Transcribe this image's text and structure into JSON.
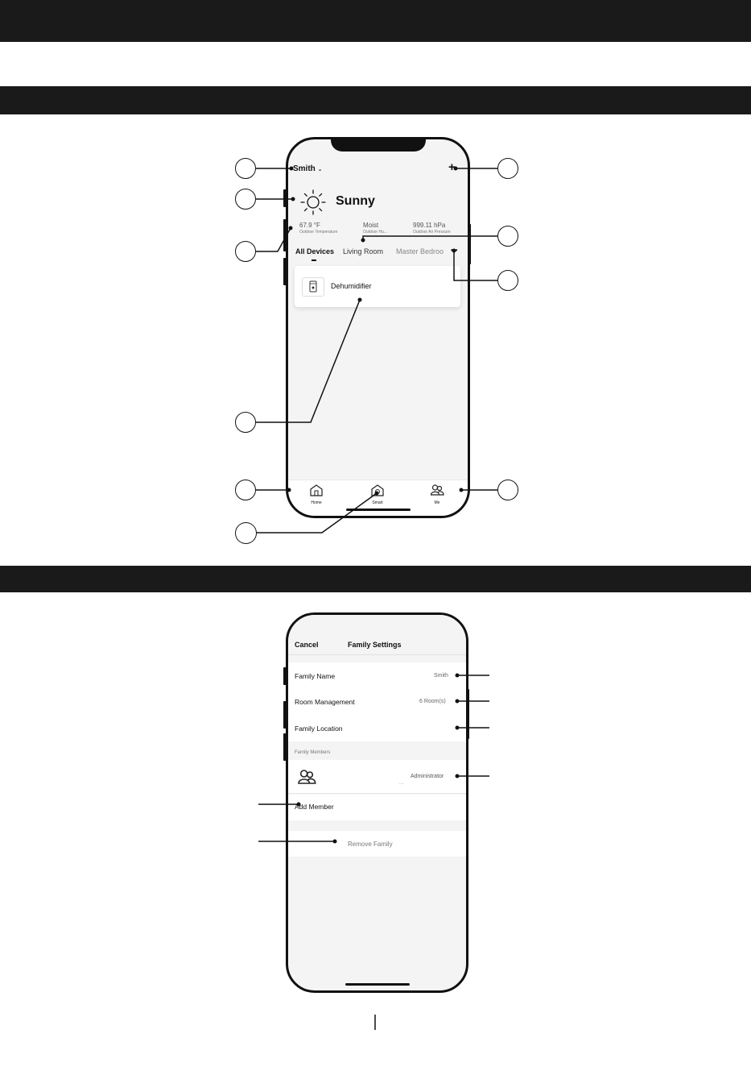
{
  "home": {
    "family": "Smith",
    "weather": "Sunny",
    "stats": [
      {
        "value": "67.9 °F",
        "label": "Outdoor Temperature"
      },
      {
        "value": "Moist",
        "label": "Outdoor Hu..."
      },
      {
        "value": "999.11 hPa",
        "label": "Outdoor Air Pressure"
      }
    ],
    "tabs": [
      "All Devices",
      "Living Room",
      "Master Bedroo"
    ],
    "more": "•••",
    "device": "Dehumidifier",
    "nav": [
      "Home",
      "Smart",
      "Me"
    ]
  },
  "settings": {
    "cancel": "Cancel",
    "title": "Family Settings",
    "rows": [
      {
        "label": "Family Name",
        "value": "Smith"
      },
      {
        "label": "Room Management",
        "value": "6 Room(s)"
      },
      {
        "label": "Family Location",
        "value": ""
      }
    ],
    "members_header": "Family Members",
    "member_role": "Administrator",
    "member_sub": "....",
    "add_member": "Add Member",
    "remove_family": "Remove Family"
  },
  "colors": {
    "bar": "#1a1a1a",
    "screen": "#f4f4f4",
    "accent": "#111111"
  }
}
